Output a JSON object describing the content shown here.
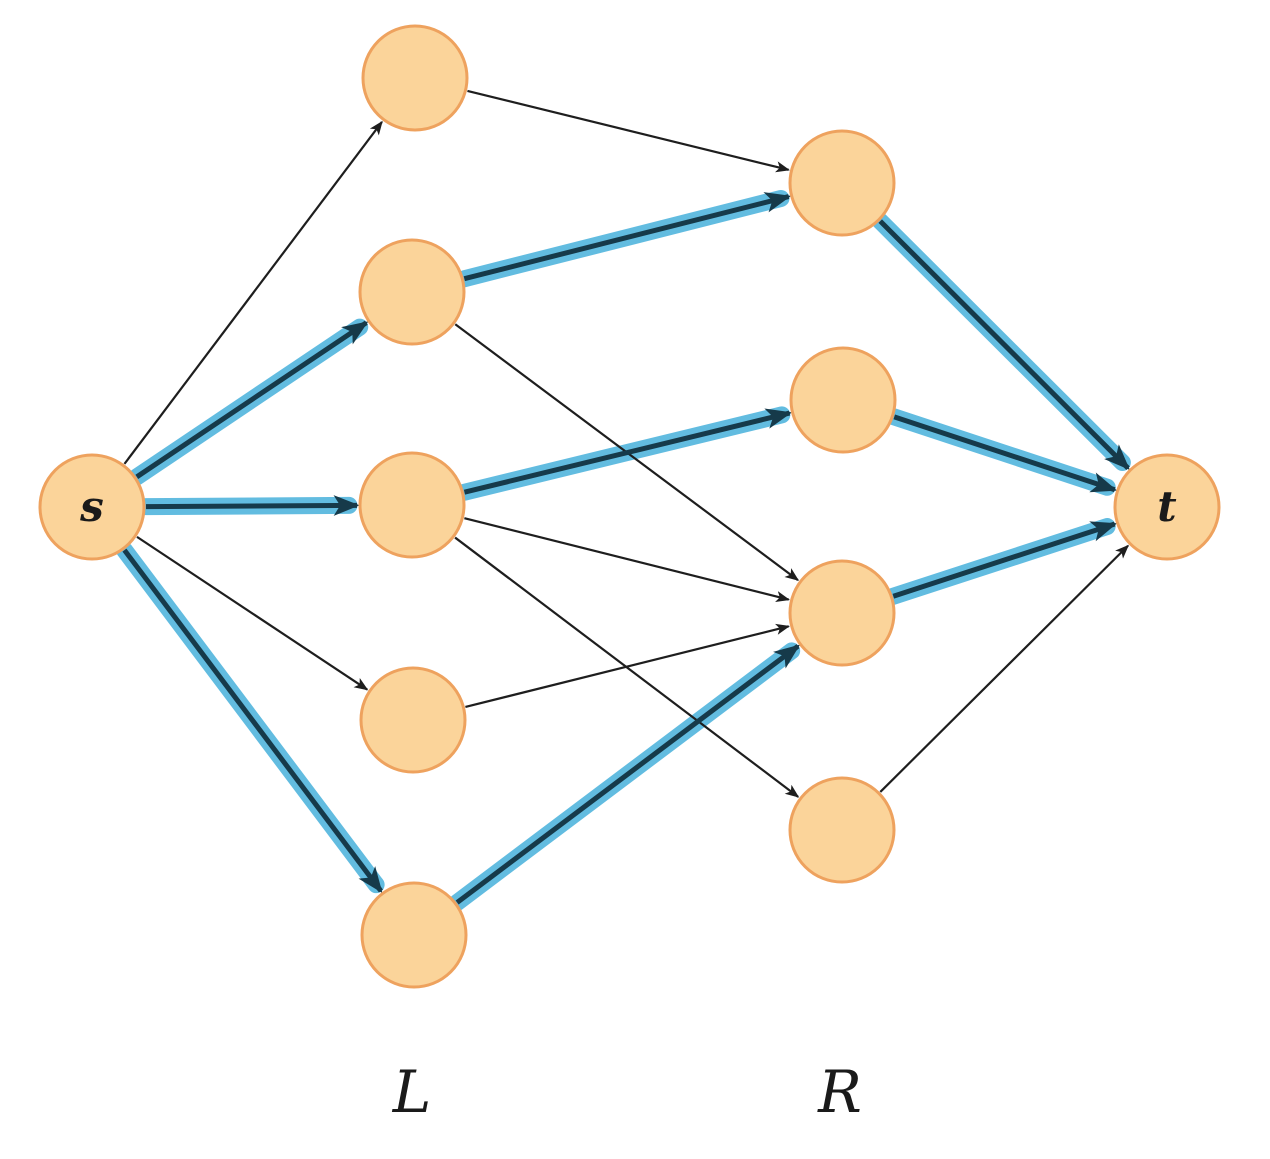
{
  "diagram": {
    "type": "bipartite-flow-network",
    "colors": {
      "node_fill": "#fbd49a",
      "node_stroke": "#eea25e",
      "flow_highlight": "#5ab8de",
      "edge": "#1e1e1e"
    },
    "nodes": [
      {
        "id": "s",
        "label": "s",
        "group": "source"
      },
      {
        "id": "L1",
        "label": "",
        "group": "L"
      },
      {
        "id": "L2",
        "label": "",
        "group": "L"
      },
      {
        "id": "L3",
        "label": "",
        "group": "L"
      },
      {
        "id": "L4",
        "label": "",
        "group": "L"
      },
      {
        "id": "L5",
        "label": "",
        "group": "L"
      },
      {
        "id": "R1",
        "label": "",
        "group": "R"
      },
      {
        "id": "R2",
        "label": "",
        "group": "R"
      },
      {
        "id": "R3",
        "label": "",
        "group": "R"
      },
      {
        "id": "R4",
        "label": "",
        "group": "R"
      },
      {
        "id": "t",
        "label": "t",
        "group": "sink"
      }
    ],
    "edges": [
      {
        "from": "s",
        "to": "L1",
        "flow": false
      },
      {
        "from": "s",
        "to": "L2",
        "flow": true
      },
      {
        "from": "s",
        "to": "L3",
        "flow": true
      },
      {
        "from": "s",
        "to": "L4",
        "flow": false
      },
      {
        "from": "s",
        "to": "L5",
        "flow": true
      },
      {
        "from": "L1",
        "to": "R1",
        "flow": false
      },
      {
        "from": "L2",
        "to": "R1",
        "flow": true
      },
      {
        "from": "L2",
        "to": "R3",
        "flow": false
      },
      {
        "from": "L3",
        "to": "R2",
        "flow": true
      },
      {
        "from": "L3",
        "to": "R3",
        "flow": false
      },
      {
        "from": "L3",
        "to": "R4",
        "flow": false
      },
      {
        "from": "L4",
        "to": "R3",
        "flow": false
      },
      {
        "from": "L5",
        "to": "R3",
        "flow": true
      },
      {
        "from": "R1",
        "to": "t",
        "flow": true
      },
      {
        "from": "R2",
        "to": "t",
        "flow": true
      },
      {
        "from": "R3",
        "to": "t",
        "flow": true
      },
      {
        "from": "R4",
        "to": "t",
        "flow": false
      }
    ],
    "set_labels": {
      "left": "L",
      "right": "R"
    }
  }
}
